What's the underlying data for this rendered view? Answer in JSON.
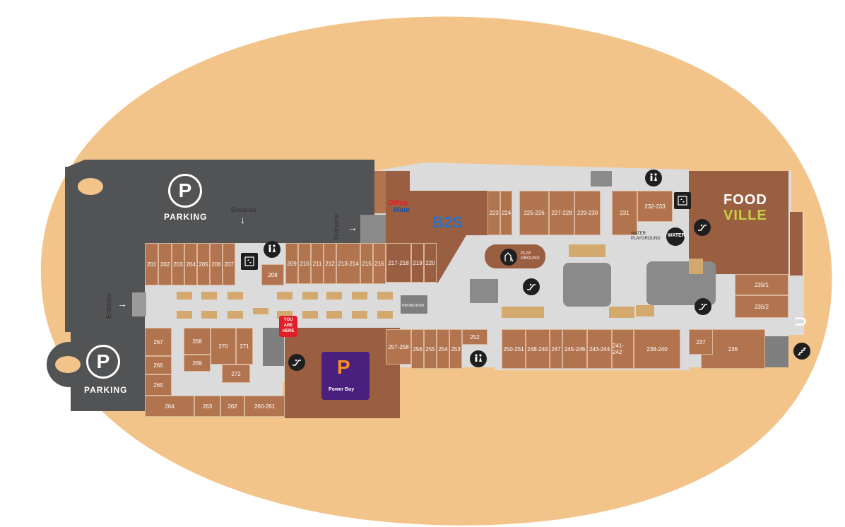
{
  "colors": {
    "background_blob": "#f3c48a",
    "parking": "#525355",
    "floor": "#dbdbdb",
    "store": "#b1744f",
    "anchor": "#9a5f41",
    "kiosk": "#d4a96e",
    "icon_bg": "#1f1f1f",
    "you_are_here": "#e01f26",
    "powerbuy": "#4b1f7e"
  },
  "parking": {
    "top_label": "PARKING",
    "bottom_label": "PARKING",
    "letter": "P"
  },
  "entrances": {
    "top": "Entrance",
    "right": "Entrance",
    "left": "Entrance"
  },
  "you_are_here": "YOU ARE HERE",
  "promotion": "PROMOTION",
  "play_ground": "PLAY GROUND",
  "water_playground": "WATER PLAYGROUND",
  "brands": {
    "office_1": "Office",
    "office_2": "Mate",
    "b2s": "B2S",
    "powerbuy": "Power Buy",
    "food_1": "FOOD",
    "food_2": "VILLE",
    "water_logo": "WATER"
  },
  "stores": {
    "s201": "201",
    "s202": "202",
    "s203": "203",
    "s204": "204",
    "s205": "205",
    "s206": "206",
    "s207": "207",
    "s208": "208",
    "s209": "209",
    "s210": "210",
    "s211": "211",
    "s212": "212",
    "s213": "213-214",
    "s215": "215",
    "s216": "216",
    "s217": "217-218",
    "s219": "219",
    "s220": "220",
    "s223": "223",
    "s224": "224",
    "s225": "225-226",
    "s227": "227-228",
    "s229": "229-230",
    "s231": "231",
    "s232": "232-233",
    "s2351": "235/1",
    "s2352": "235/2",
    "s236": "236",
    "s237": "237",
    "s238": "238-240",
    "s241": "241-242",
    "s243": "243-244",
    "s245": "245-246",
    "s247": "247",
    "s248": "248-249",
    "s250": "250-251",
    "s252": "252",
    "s253": "253",
    "s254": "254",
    "s255": "255",
    "s256": "256",
    "s257": "257-258",
    "s260": "260-261",
    "s262": "262",
    "s263": "263",
    "s264": "264",
    "s265": "265",
    "s266": "266",
    "s267": "267",
    "s268": "268",
    "s269": "269",
    "s270": "270",
    "s271": "271",
    "s272": "272"
  }
}
